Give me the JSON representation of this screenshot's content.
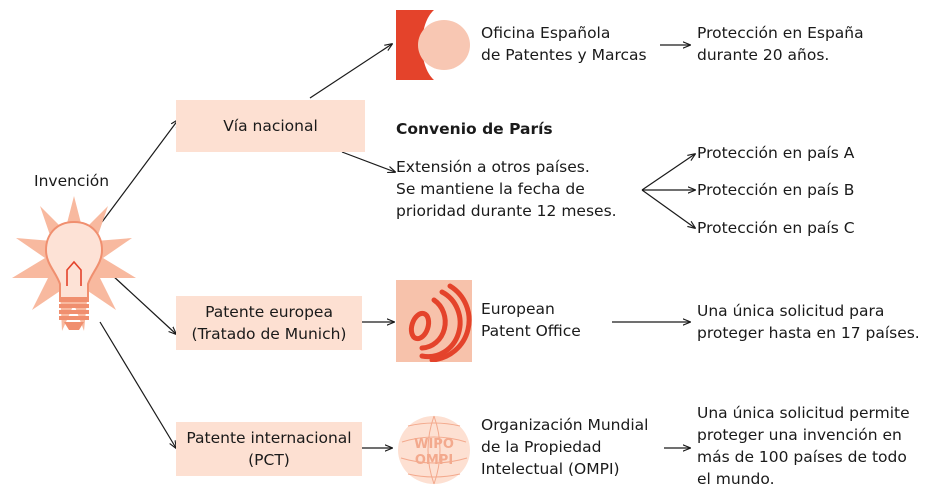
{
  "colors": {
    "box_fill": "#fde0d2",
    "oepm_red": "#e4432b",
    "oepm_peach": "#f8c7b3",
    "epo_red": "#e4432b",
    "epo_bg": "#f7c2ab",
    "wipo": "#f3a98d",
    "bulb_glow": "#f8b99f",
    "bulb_fill": "#fde2d6",
    "bulb_base": "#f08f6f",
    "arrow": "#1a1a1a"
  },
  "invention": {
    "label": "Invención",
    "icon": "light-bulb-icon"
  },
  "routes": {
    "national": {
      "label": "Vía nacional"
    },
    "european": {
      "lines": [
        "Patente europea",
        "(Tratado de Munich)"
      ]
    },
    "international": {
      "lines": [
        "Patente internacional",
        "(PCT)"
      ]
    }
  },
  "offices": {
    "oepm": {
      "lines": [
        "Oficina Española",
        "de Patentes y Marcas"
      ],
      "icon": "oepm-logo"
    },
    "epo": {
      "lines": [
        "European",
        "Patent Office"
      ],
      "icon": "epo-logo"
    },
    "wipo": {
      "lines": [
        "Organización Mundial",
        "de la Propiedad",
        "Intelectual (OMPI)"
      ],
      "icon": "wipo-ompi-logo",
      "logo_text": [
        "WIPO",
        "OMPI"
      ]
    }
  },
  "results": {
    "spain": {
      "lines": [
        "Protección en España",
        "durante 20 años."
      ]
    },
    "european": {
      "lines": [
        "Una única solicitud para",
        "proteger hasta en 17 países."
      ]
    },
    "international": {
      "lines": [
        "Una única solicitud permite",
        "proteger una invención en",
        "más de 100 países de todo",
        "el mundo."
      ]
    }
  },
  "paris": {
    "title": "Convenio de París",
    "lines": [
      "Extensión a otros países.",
      "Se mantiene la fecha de",
      "prioridad durante 12 meses."
    ],
    "countries": [
      "Protección en país A",
      "Protección en país B",
      "Protección en país C"
    ]
  }
}
